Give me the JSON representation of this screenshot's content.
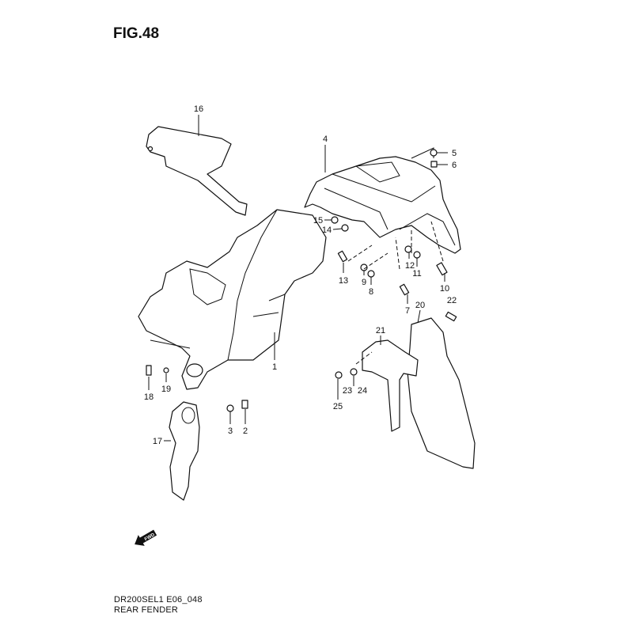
{
  "figure": {
    "title": "FIG.48"
  },
  "caption": {
    "code": "DR200SEL1 E06_048",
    "name": "REAR FENDER"
  },
  "fwd_arrow": {
    "label": "FWD"
  },
  "callouts": [
    "1",
    "2",
    "3",
    "4",
    "5",
    "6",
    "7",
    "8",
    "9",
    "10",
    "11",
    "12",
    "13",
    "14",
    "15",
    "16",
    "17",
    "18",
    "19",
    "20",
    "21",
    "22",
    "23",
    "24",
    "25"
  ]
}
